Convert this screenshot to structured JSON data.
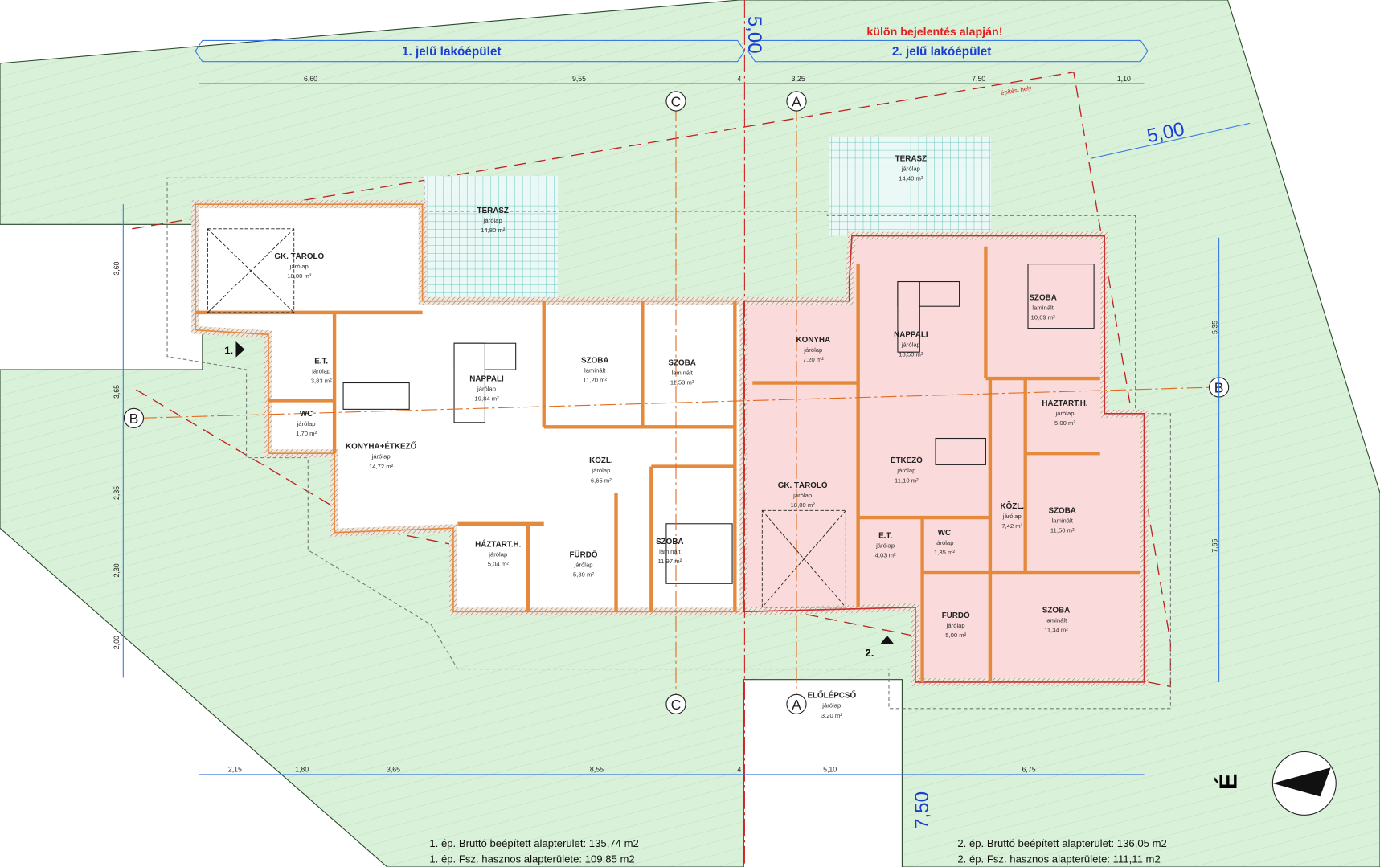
{
  "header": {
    "building1_title": "1. jelű lakóépület",
    "building2_title": "2. jelű lakóépület",
    "note": "külön bejelentés alapján!",
    "building_zone": "építési hely"
  },
  "setbacks": {
    "top": "5,00",
    "right": "5,00",
    "bottom": "7,50"
  },
  "axes": {
    "a": "A",
    "b": "B",
    "c": "C"
  },
  "entrances": {
    "e1": "1.",
    "e2": "2."
  },
  "north": "É",
  "top_dims": [
    "6,60",
    "9,55",
    "4",
    "3,25",
    "7,50",
    "1,10"
  ],
  "bottom_dims": [
    "2,15",
    "1,80",
    "3,65",
    "8,55",
    "4",
    "5,10",
    "6,75"
  ],
  "left_dims": [
    "3,60",
    "3,65",
    "2,35",
    "2,30",
    "2,00"
  ],
  "right_dims": [
    "5,35",
    "7,65"
  ],
  "building1": {
    "rooms": [
      {
        "name": "GK. TÁROLÓ",
        "floor": "járólap",
        "area": "18,00 m²"
      },
      {
        "name": "TERASZ",
        "floor": "járólap",
        "area": "14,80 m²"
      },
      {
        "name": "E.T.",
        "floor": "járólap",
        "area": "3,83 m²"
      },
      {
        "name": "WC",
        "floor": "járólap",
        "area": "1,70 m²"
      },
      {
        "name": "KONYHA+ÉTKEZŐ",
        "floor": "járólap",
        "area": "14,72 m²"
      },
      {
        "name": "NAPPALI",
        "floor": "járólap",
        "area": "19,84 m²"
      },
      {
        "name": "SZOBA",
        "floor": "laminált",
        "area": "11,20 m²"
      },
      {
        "name": "SZOBA",
        "floor": "laminált",
        "area": "11,53 m²"
      },
      {
        "name": "KÖZL.",
        "floor": "járólap",
        "area": "6,65 m²"
      },
      {
        "name": "HÁZTART.H.",
        "floor": "járólap",
        "area": "5,04 m²"
      },
      {
        "name": "FÜRDŐ",
        "floor": "járólap",
        "area": "5,39 m²"
      },
      {
        "name": "SZOBA",
        "floor": "laminált",
        "area": "11,97 m²"
      }
    ],
    "gross_area": "1. ép. Bruttó beépített alapterület: 135,74 m2",
    "net_area": "1. ép. Fsz. hasznos alapterülete: 109,85 m2"
  },
  "building2": {
    "rooms": [
      {
        "name": "TERASZ",
        "floor": "járólap",
        "area": "14,40 m²"
      },
      {
        "name": "KONYHA",
        "floor": "járólap",
        "area": "7,20 m²"
      },
      {
        "name": "NAPPALI",
        "floor": "járólap",
        "area": "18,50 m²"
      },
      {
        "name": "SZOBA",
        "floor": "laminált",
        "area": "10,69 m²"
      },
      {
        "name": "HÁZTART.H.",
        "floor": "járólap",
        "area": "5,00 m²"
      },
      {
        "name": "GK. TÁROLÓ",
        "floor": "járólap",
        "area": "18,00 m²"
      },
      {
        "name": "ÉTKEZŐ",
        "floor": "járólap",
        "area": "11,10 m²"
      },
      {
        "name": "KÖZL.",
        "floor": "járólap",
        "area": "7,42 m²"
      },
      {
        "name": "SZOBA",
        "floor": "laminált",
        "area": "11,50 m²"
      },
      {
        "name": "E.T.",
        "floor": "járólap",
        "area": "4,03 m²"
      },
      {
        "name": "WC",
        "floor": "járólap",
        "area": "1,35 m²"
      },
      {
        "name": "FÜRDŐ",
        "floor": "járólap",
        "area": "5,00 m²"
      },
      {
        "name": "SZOBA",
        "floor": "laminált",
        "area": "11,34 m²"
      },
      {
        "name": "ELŐLÉPCSŐ",
        "floor": "járólap",
        "area": "3,20 m²"
      }
    ],
    "gross_area": "2. ép. Bruttó beépített alapterület: 136,05 m2",
    "net_area": "2. ép. Fsz. hasznos alapterülete: 111,11 m2"
  },
  "colors": {
    "site": "#d8f0d8",
    "wall": "#e58a3c",
    "building2_fill": "#fadada",
    "dim": "#3a7be0",
    "axis": "#e06a20"
  }
}
